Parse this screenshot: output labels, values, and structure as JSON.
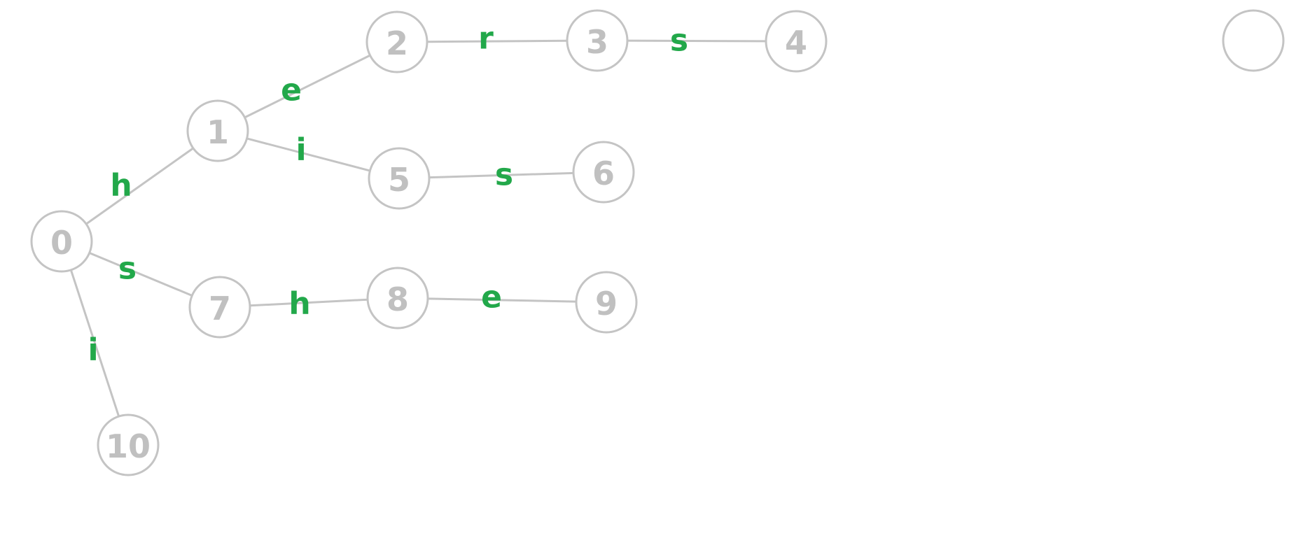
{
  "colors": {
    "node_stroke": "#c4c4c4",
    "node_text": "#c0c0c0",
    "edge_stroke": "#c4c4c4",
    "edge_text": "#22a84a"
  },
  "diagram": {
    "type": "trie",
    "nodes": [
      {
        "id": "n0",
        "label": "0"
      },
      {
        "id": "n1",
        "label": "1"
      },
      {
        "id": "n2",
        "label": "2"
      },
      {
        "id": "n3",
        "label": "3"
      },
      {
        "id": "n4",
        "label": "4"
      },
      {
        "id": "n5",
        "label": "5"
      },
      {
        "id": "n6",
        "label": "6"
      },
      {
        "id": "n7",
        "label": "7"
      },
      {
        "id": "n8",
        "label": "8"
      },
      {
        "id": "n9",
        "label": "9"
      },
      {
        "id": "n10",
        "label": "10"
      },
      {
        "id": "n11",
        "label": ""
      }
    ],
    "edges": [
      {
        "from": "n0",
        "to": "n1",
        "label": "h"
      },
      {
        "from": "n1",
        "to": "n2",
        "label": "e"
      },
      {
        "from": "n2",
        "to": "n3",
        "label": "r"
      },
      {
        "from": "n3",
        "to": "n4",
        "label": "s"
      },
      {
        "from": "n1",
        "to": "n5",
        "label": "i"
      },
      {
        "from": "n5",
        "to": "n6",
        "label": "s"
      },
      {
        "from": "n0",
        "to": "n7",
        "label": "s"
      },
      {
        "from": "n7",
        "to": "n8",
        "label": "h"
      },
      {
        "from": "n8",
        "to": "n9",
        "label": "e"
      },
      {
        "from": "n0",
        "to": "n10",
        "label": "i"
      }
    ]
  }
}
